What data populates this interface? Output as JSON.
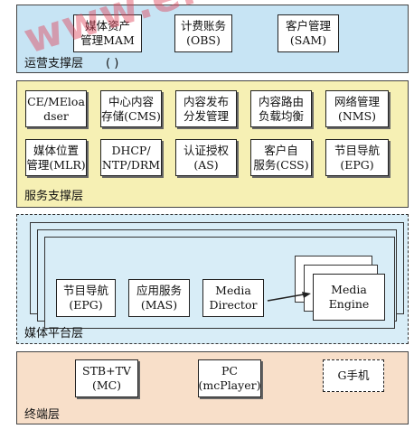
{
  "layers": {
    "operations": {
      "label": "运营支撑层",
      "paren": "( )",
      "boxes": [
        {
          "line1": "媒体资产",
          "line2": "管理MAM"
        },
        {
          "line1": "计费账务",
          "line2": "(OBS)"
        },
        {
          "line1": "客户管理",
          "line2": "(SAM)"
        }
      ]
    },
    "service": {
      "label": "服务支撑层",
      "row1": [
        {
          "line1": "CE/MEloa",
          "line2": "dser"
        },
        {
          "line1": "中心内容",
          "line2": "存储(CMS)"
        },
        {
          "line1": "内容发布",
          "line2": "分发管理"
        },
        {
          "line1": "内容路由",
          "line2": "负载均衡"
        },
        {
          "line1": "网络管理",
          "line2": "(NMS)"
        }
      ],
      "row2": [
        {
          "line1": "媒体位置",
          "line2": "管理(MLR)"
        },
        {
          "line1": "DHCP/",
          "line2": "NTP/DRM"
        },
        {
          "line1": "认证授权",
          "line2": "(AS)"
        },
        {
          "line1": "客户自",
          "line2": "服务(CSS)"
        },
        {
          "line1": "节目导航",
          "line2": "(EPG)"
        }
      ]
    },
    "media": {
      "label": "媒体平台层",
      "boxes": [
        {
          "line1": "节目导航",
          "line2": "(EPG)"
        },
        {
          "line1": "应用服务",
          "line2": "(MAS)"
        },
        {
          "line1": "Media",
          "line2": "Director"
        }
      ],
      "engine": {
        "line1": "Media",
        "line2": "Engine"
      }
    },
    "terminal": {
      "label": "终端层",
      "boxes": [
        {
          "line1": "STB+TV",
          "line2": "(MC)"
        },
        {
          "line1": "PC",
          "line2": "(mcPlayer)"
        },
        {
          "line1": "G手机",
          "line2": ""
        }
      ]
    }
  },
  "watermark": "www.elecfans.com"
}
